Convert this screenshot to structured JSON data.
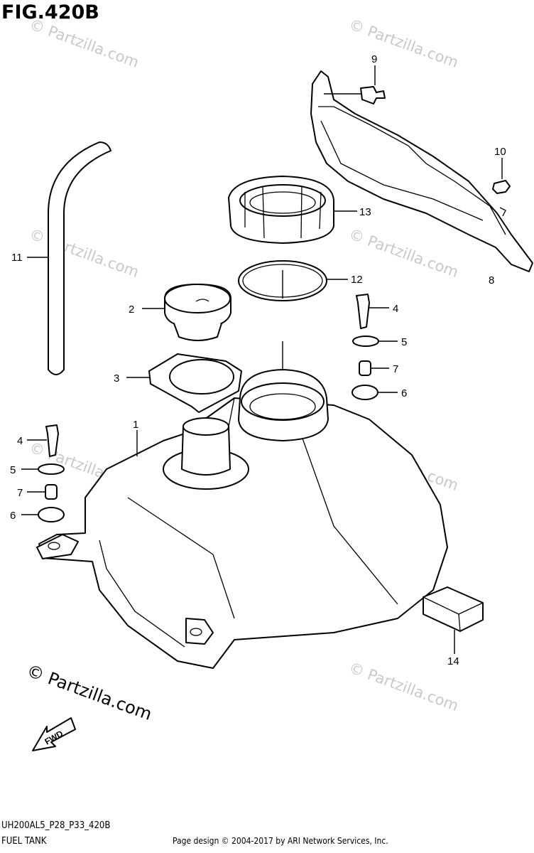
{
  "figure": {
    "title": "FIG.420B",
    "code": "UH200AL5_P28_P33_420B",
    "name": "FUEL TANK",
    "copyright": "Page design © 2004-2017 by ARI Network Services, Inc."
  },
  "watermark": {
    "text": "© Partzilla.com",
    "prominent_text": "© Partzilla.com"
  },
  "fwd_label": "FWD",
  "callouts": [
    "1",
    "2",
    "3",
    "4",
    "5",
    "6",
    "7",
    "8",
    "9",
    "10",
    "11",
    "12",
    "13",
    "14",
    "4",
    "5",
    "7",
    "6"
  ]
}
